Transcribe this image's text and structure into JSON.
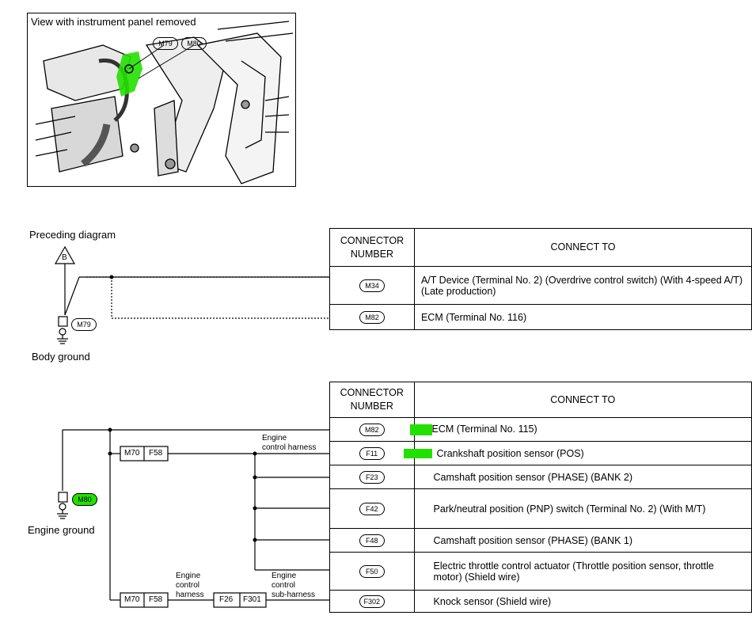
{
  "photo": {
    "title": "View with instrument panel removed",
    "labels": [
      "M79",
      "M80"
    ]
  },
  "diagram1": {
    "preceding_label": "Preceding diagram",
    "triangle_label": "B",
    "ground_connector": "M79",
    "ground_label": "Body ground",
    "table": {
      "header_number": "CONNECTOR\nNUMBER",
      "header_connect": "CONNECT TO",
      "rows": [
        {
          "number": "M34",
          "connect": "A/T Device (Terminal No. 2) (Overdrive control switch) (With 4-speed A/T) (Late production)"
        },
        {
          "number": "M82",
          "connect": "ECM (Terminal No. 116)"
        }
      ]
    }
  },
  "diagram2": {
    "ground_connector": "M80",
    "ground_label": "Engine ground",
    "harness1_label": "Engine\ncontrol harness",
    "harness2_label_a": "Engine\ncontrol\nharness",
    "harness2_label_b": "Engine\ncontrol\nsub-harness",
    "connectors_top": [
      "M70",
      "F58"
    ],
    "connectors_bottom": [
      "M70",
      "F58",
      "F26",
      "F301"
    ],
    "table": {
      "header_number": "CONNECTOR\nNUMBER",
      "header_connect": "CONNECT TO",
      "rows": [
        {
          "number": "M82",
          "connect": "ECM (Terminal No. 115)"
        },
        {
          "number": "F11",
          "connect": "Crankshaft position sensor (POS)"
        },
        {
          "number": "F23",
          "connect": "Camshaft position sensor (PHASE) (BANK 2)"
        },
        {
          "number": "F42",
          "connect": "Park/neutral position (PNP) switch (Terminal No. 2) (With M/T)"
        },
        {
          "number": "F48",
          "connect": "Camshaft position sensor (PHASE) (BANK 1)"
        },
        {
          "number": "F50",
          "connect": "Electric throttle control actuator (Throttle position sensor, throttle motor) (Shield wire)"
        },
        {
          "number": "F302",
          "connect": "Knock sensor (Shield wire)"
        }
      ]
    }
  },
  "colors": {
    "highlight": "#23e000"
  }
}
